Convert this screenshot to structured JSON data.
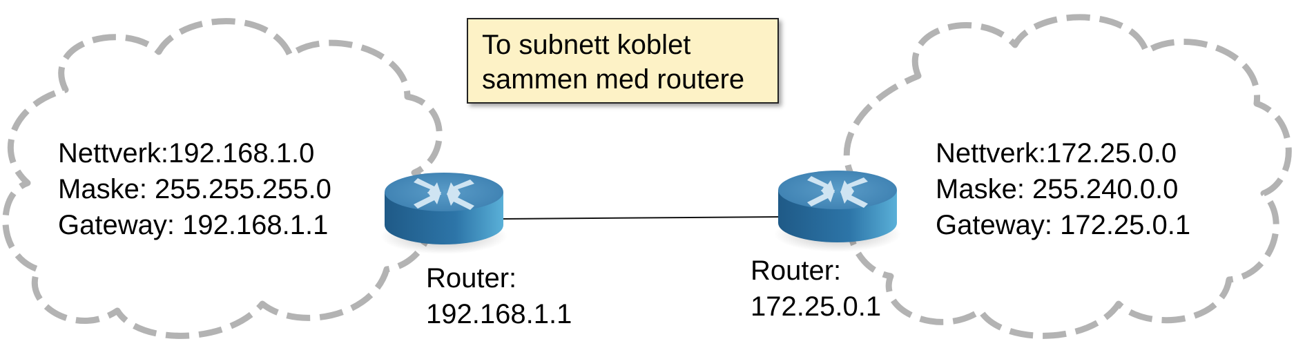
{
  "title": {
    "line1": "To subnett koblet",
    "line2": "sammen med routere"
  },
  "left_network": {
    "network": "Nettverk:192.168.1.0",
    "mask": "Maske: 255.255.255.0",
    "gateway": "Gateway: 192.168.1.1"
  },
  "right_network": {
    "network": "Nettverk:172.25.0.0",
    "mask": "Maske: 255.240.0.0",
    "gateway": "Gateway: 172.25.0.1"
  },
  "left_router": {
    "label": "Router:",
    "ip": "192.168.1.1"
  },
  "right_router": {
    "label": "Router:",
    "ip": "172.25.0.1"
  },
  "colors": {
    "cloud_dash": "#b3b3b3",
    "router_top": "#4a8db8",
    "router_side": "#2a6a98",
    "router_arrow": "#cfe4f2",
    "title_fill": "#fdf2c6"
  }
}
